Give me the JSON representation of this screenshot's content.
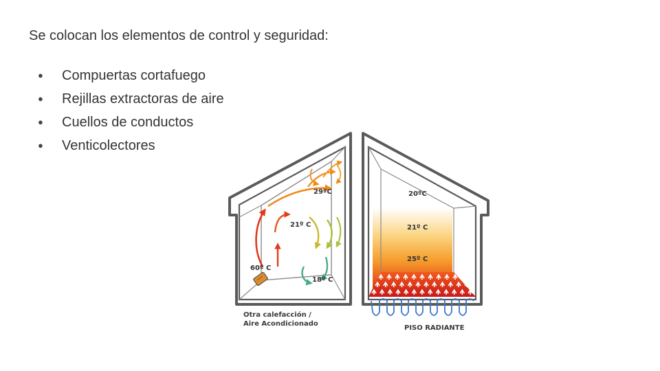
{
  "slide": {
    "heading": "Se colocan los elementos de control y seguridad:",
    "bullet_symbol": "●",
    "bullets": [
      "Compuertas cortafuego",
      "Rejillas extractoras de aire",
      "Cuellos de conductos",
      "Venticolectores"
    ]
  },
  "diagram": {
    "left_house": {
      "temps": {
        "top": "29ºC",
        "mid": "21º C",
        "heater": "60º C",
        "floor": "18º C"
      },
      "caption_line1": "Otra calefacción /",
      "caption_line2": "Aire Acondicionado"
    },
    "right_house": {
      "temps": {
        "top": "20ºC",
        "mid": "21º C",
        "floor": "25º C"
      },
      "caption": "PISO RADIANTE"
    },
    "colors": {
      "wall": "#5a5a5a",
      "hot": "#e23a1a",
      "warm": "#f08a1c",
      "mild": "#a6c43a",
      "cool": "#4aaa8a",
      "pipe": "#3a78c8"
    }
  }
}
